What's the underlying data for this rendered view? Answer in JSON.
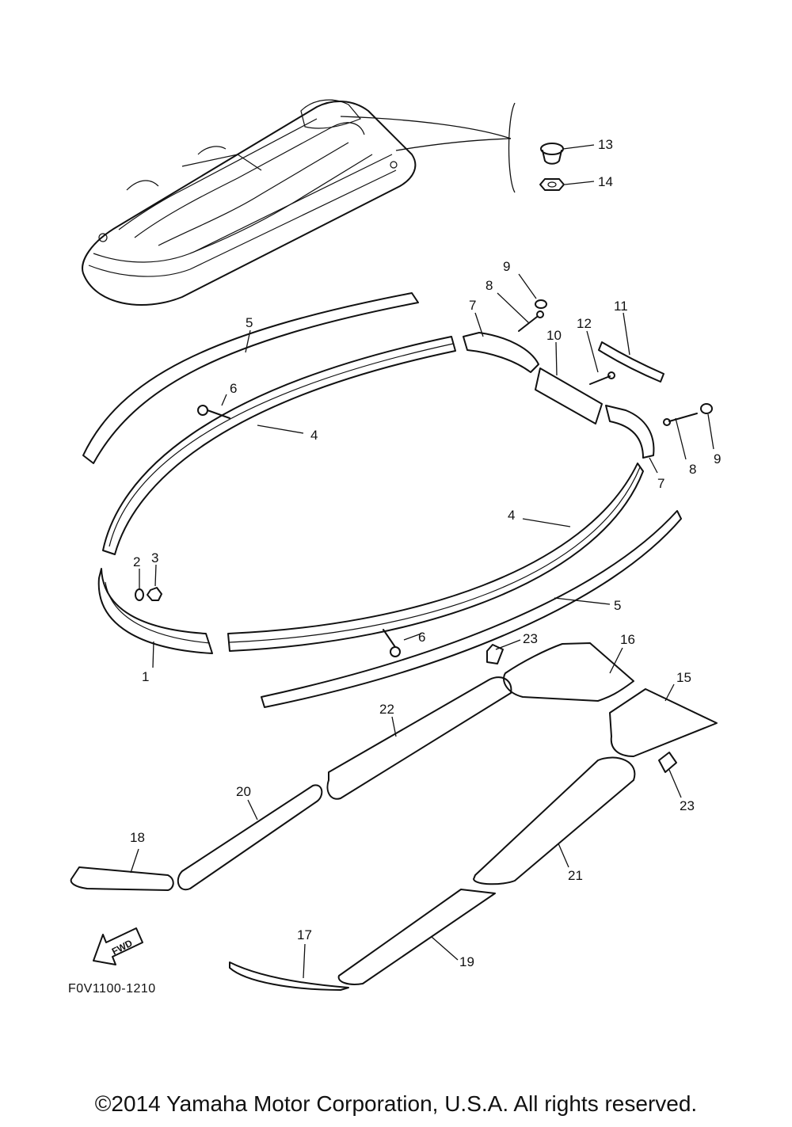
{
  "diagram": {
    "callouts": [
      {
        "id": "c13",
        "text": "13"
      },
      {
        "id": "c14",
        "text": "14"
      },
      {
        "id": "c9a",
        "text": "9"
      },
      {
        "id": "c8a",
        "text": "8"
      },
      {
        "id": "c7a",
        "text": "7"
      },
      {
        "id": "c5a",
        "text": "5"
      },
      {
        "id": "c11",
        "text": "11"
      },
      {
        "id": "c12",
        "text": "12"
      },
      {
        "id": "c10",
        "text": "10"
      },
      {
        "id": "c6a",
        "text": "6"
      },
      {
        "id": "c4a",
        "text": "4"
      },
      {
        "id": "c8b",
        "text": "8"
      },
      {
        "id": "c9b",
        "text": "9"
      },
      {
        "id": "c7b",
        "text": "7"
      },
      {
        "id": "c4b",
        "text": "4"
      },
      {
        "id": "c2",
        "text": "2"
      },
      {
        "id": "c3",
        "text": "3"
      },
      {
        "id": "c5b",
        "text": "5"
      },
      {
        "id": "c6b",
        "text": "6"
      },
      {
        "id": "c1",
        "text": "1"
      },
      {
        "id": "c23a",
        "text": "23"
      },
      {
        "id": "c16",
        "text": "16"
      },
      {
        "id": "c15",
        "text": "15"
      },
      {
        "id": "c22",
        "text": "22"
      },
      {
        "id": "c23b",
        "text": "23"
      },
      {
        "id": "c20",
        "text": "20"
      },
      {
        "id": "c18",
        "text": "18"
      },
      {
        "id": "c21",
        "text": "21"
      },
      {
        "id": "c17",
        "text": "17"
      },
      {
        "id": "c19",
        "text": "19"
      }
    ],
    "fwd_label": "FWD",
    "code": "F0V1100-1210"
  },
  "footer": {
    "copyright": "©2014 Yamaha Motor Corporation, U.S.A. All rights reserved."
  }
}
